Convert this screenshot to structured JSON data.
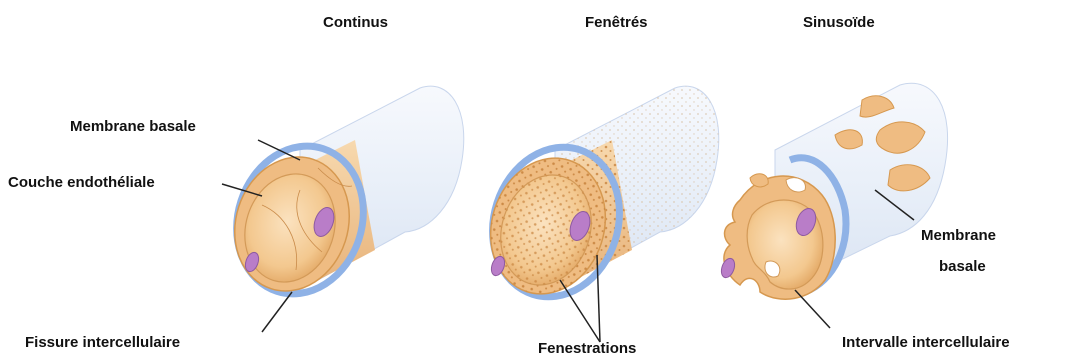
{
  "titles": {
    "continus": "Continus",
    "fenetres": "Fenêtrés",
    "sinusoide": "Sinusoïde"
  },
  "labels": {
    "membrane_basale_left": "Membrane basale",
    "couche_endotheliale": "Couche endothéliale",
    "fissure_intercellulaire": "Fissure intercellulaire",
    "fenestrations": "Fenestrations",
    "membrane_basale_right_line1": "Membrane",
    "membrane_basale_right_line2": "basale",
    "intervalle_intercellulaire": "Intervalle intercellulaire"
  },
  "colors": {
    "outer_sleeve": "#e7eef8",
    "outer_sleeve_edge": "#9fb6dd",
    "basal_ring": "#8fb2e6",
    "endothelium": "#f1c08a",
    "endothelium_dark": "#d99b58",
    "lumen": "#f6d29f",
    "nucleus": "#b97dc8",
    "fenestration_dot": "#c8843f",
    "line": "#222222"
  }
}
